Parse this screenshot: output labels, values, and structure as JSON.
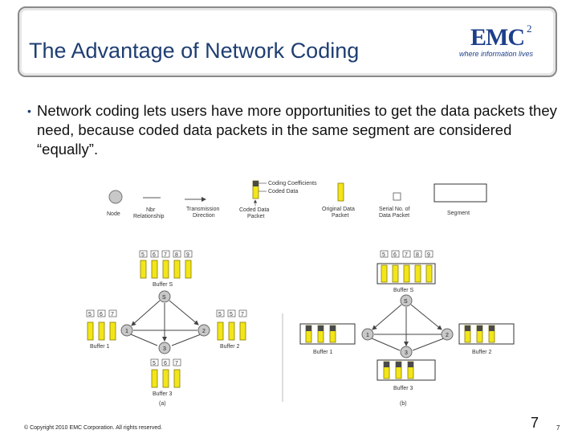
{
  "slide": {
    "title": "The Advantage of Network Coding",
    "bullet": "Network coding lets users have more opportunities to get the data packets they need, because coded data packets in the same segment are considered “equally”.",
    "copyright": "© Copyright 2010 EMC Corporation. All rights reserved.",
    "page_number": "7",
    "page_number_small": "7"
  },
  "logo": {
    "name": "EMC",
    "superscript": "2",
    "tagline": "where information lives"
  },
  "legend": {
    "node": "Node",
    "nbr_line1": "Nbr",
    "nbr_line2": "Relationship",
    "transmission_line1": "Transmission",
    "transmission_line2": "Direction",
    "coefficients": "Coding Coefficients",
    "coded_data": "Coded Data",
    "coded_packet_line1": "Coded Data",
    "coded_packet_line2": "Packet",
    "original_line1": "Original Data",
    "original_line2": "Packet",
    "serial_line1": "Serial No. of",
    "serial_line2": "Data Packet",
    "segment": "Segment"
  },
  "diagram_a": {
    "caption": "(a)",
    "node_s": "S",
    "node_1": "1",
    "node_2": "2",
    "node_3": "3",
    "buffer_s": "Buffer S",
    "buffer_1": "Buffer 1",
    "buffer_2": "Buffer 2",
    "buffer_3": "Buffer 3",
    "serials_s": [
      "5",
      "6",
      "7",
      "8",
      "9"
    ],
    "serials_1": [
      "5",
      "6",
      "7"
    ],
    "serials_2": [
      "5",
      "5",
      "7"
    ],
    "serials_3": [
      "5",
      "6",
      "7"
    ]
  },
  "diagram_b": {
    "caption": "(b)",
    "node_s": "S",
    "node_1": "1",
    "node_2": "2",
    "node_3": "3",
    "buffer_s": "Buffer S",
    "buffer_1": "Buffer 1",
    "buffer_2": "Buffer 2",
    "buffer_3": "Buffer 3",
    "serials_s": [
      "5",
      "6",
      "7",
      "8",
      "9"
    ]
  },
  "colors": {
    "title": "#1f3e72",
    "packet_fill": "#f2e61a",
    "packet_stroke": "#8a7d00",
    "coefficient_fill": "#4a4a4a",
    "node_fill": "#c8c8c8"
  }
}
